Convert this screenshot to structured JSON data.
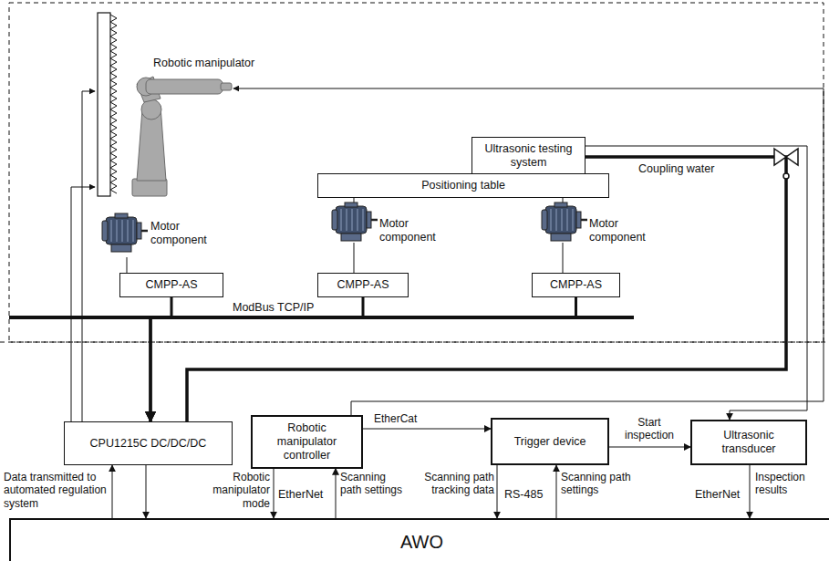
{
  "diagram": {
    "nodes": [
      {
        "text": [
          "Ultrasonic testing system"
        ]
      },
      {
        "text": [
          "Positioning table"
        ]
      },
      {
        "text": [
          "CMPP-AS"
        ]
      },
      {
        "text": [
          "CMPP-AS"
        ]
      },
      {
        "text": [
          "CMPP-AS"
        ]
      },
      {
        "text": [
          "CPU1215C DC/DC/DC"
        ]
      },
      {
        "text": [
          "Robotic manipulator controller"
        ]
      },
      {
        "text": [
          "Trigger device"
        ]
      },
      {
        "text": [
          "Ultrasonic transducer"
        ]
      },
      {
        "text": [
          "AWO"
        ]
      }
    ],
    "edges": [
      {
        "from": 2,
        "to": 5,
        "arrow": "to"
      },
      {
        "from": 3,
        "to": 5,
        "arrow": "to"
      },
      {
        "from": 4,
        "to": 5,
        "arrow": "to"
      },
      {
        "from": 5,
        "to": 0,
        "arrow": "none"
      },
      {
        "from": 6,
        "to": 7,
        "label": "EtherCat",
        "arrow": "to"
      },
      {
        "from": 7,
        "to": 8,
        "label": "Start inspection",
        "arrow": "to"
      },
      {
        "from": 0,
        "to": 8,
        "arrow": "to"
      },
      {
        "from": 5,
        "to": 9,
        "label": "Data transmitted to automated regulation system",
        "arrow": "to"
      },
      {
        "from": 9,
        "to": 5,
        "arrow": "to"
      },
      {
        "from": 6,
        "to": 9,
        "label": "Robotic manipulator mode",
        "arrow": "to"
      },
      {
        "from": 9,
        "to": 6,
        "label": "Scanning path settings",
        "arrow": "to"
      },
      {
        "from": 7,
        "to": 9,
        "label": "Scanning path tracking data",
        "arrow": "to"
      },
      {
        "from": 9,
        "to": 7,
        "label": "Scanning path settings",
        "arrow": "to"
      },
      {
        "from": 8,
        "to": 9,
        "label": "Inspection results",
        "arrow": "to"
      }
    ],
    "labels": [
      "Robotic manipulator",
      "Motor component",
      "Motor component",
      "Motor component",
      "ModBus TCP/IP",
      "Coupling water",
      "EtherNet",
      "RS-485",
      "EtherNet"
    ]
  }
}
